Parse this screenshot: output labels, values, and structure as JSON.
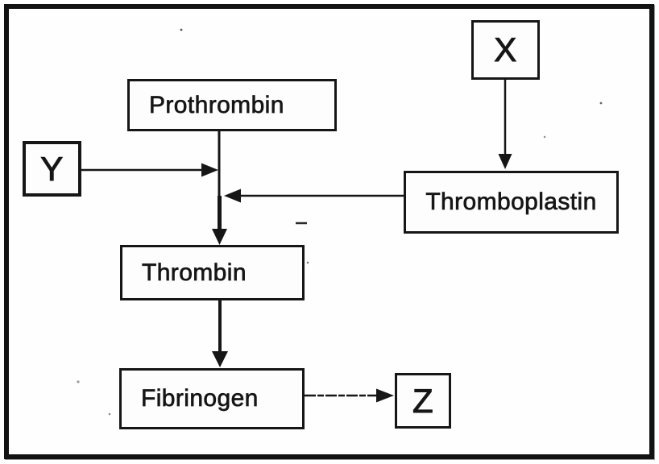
{
  "figure": {
    "type": "flowchart",
    "subject": "blood-clotting-pathway",
    "background_color": "#fefefe",
    "line_color": "#161616",
    "frame_border_color": "#121212",
    "nodes": [
      {
        "id": "x",
        "label": "X",
        "shape": "small-square"
      },
      {
        "id": "prothrombin",
        "label": "Prothrombin",
        "shape": "rectangle"
      },
      {
        "id": "y",
        "label": "Y",
        "shape": "small-square"
      },
      {
        "id": "thromboplastin",
        "label": "Thromboplastin",
        "shape": "rectangle"
      },
      {
        "id": "thrombin",
        "label": "Thrombin",
        "shape": "rectangle"
      },
      {
        "id": "fibrinogen",
        "label": "Fibrinogen",
        "shape": "rectangle"
      },
      {
        "id": "z",
        "label": "Z",
        "shape": "small-square"
      }
    ],
    "edges": [
      {
        "from": "prothrombin",
        "to": "thrombin",
        "style": "arrow-down"
      },
      {
        "from": "y",
        "to": "prothrombin-thrombin-line",
        "style": "arrow-right"
      },
      {
        "from": "x",
        "to": "thromboplastin",
        "style": "arrow-down"
      },
      {
        "from": "thromboplastin",
        "to": "prothrombin-thrombin-line",
        "style": "arrow-left"
      },
      {
        "from": "thrombin",
        "to": "fibrinogen",
        "style": "arrow-down"
      },
      {
        "from": "fibrinogen",
        "to": "z",
        "style": "arrow-right"
      }
    ]
  }
}
